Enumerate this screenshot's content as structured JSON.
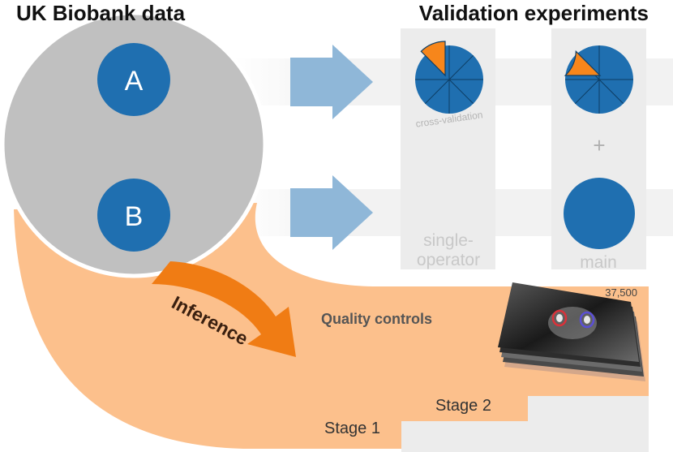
{
  "headings": {
    "left": "UK Biobank data",
    "right": "Validation experiments"
  },
  "cohorts": {
    "a": "A",
    "b": "B"
  },
  "validation": {
    "cross_validation": "cross-validation",
    "plus": "+",
    "single_operator_line1": "single-",
    "single_operator_line2": "operator",
    "main": "main"
  },
  "pipeline": {
    "inference": "Inference",
    "quality_controls": "Quality controls",
    "stage1": "Stage 1",
    "stage2": "Stage 2",
    "count": "37,500"
  },
  "colors": {
    "blue": "#1f6fb0",
    "orange_accent": "#f7861b",
    "orange_band": "#fcc08c",
    "arrow_blue": "#8fb7d8",
    "cohort_grey": "#c0c0c0",
    "panel_grey": "#ececec"
  }
}
